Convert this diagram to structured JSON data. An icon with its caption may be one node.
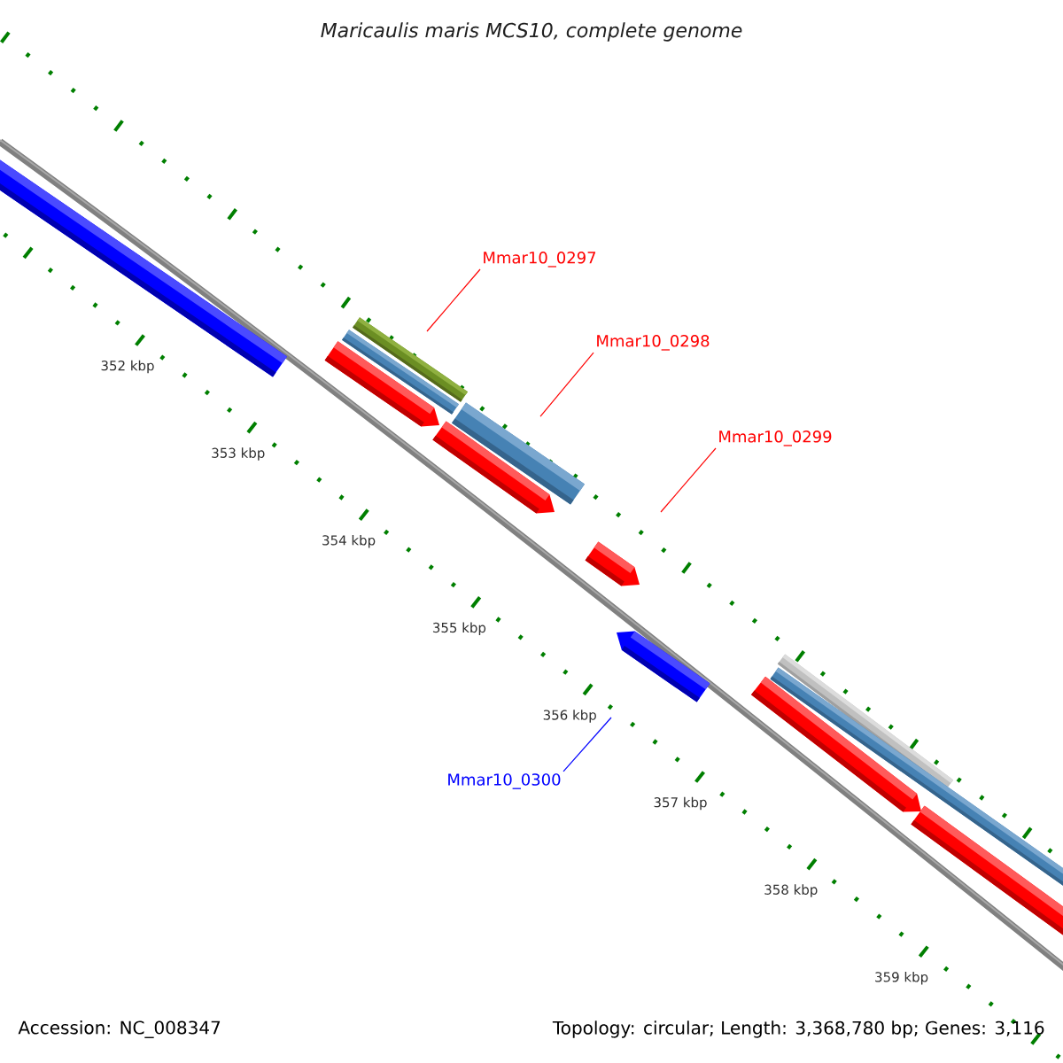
{
  "diagram": {
    "title": "Maricaulis maris MCS10, complete genome",
    "nodes": [
      {
        "text": [
          "Mmar10_0297"
        ]
      },
      {
        "text": [
          "Mmar10_0298"
        ]
      },
      {
        "text": [
          "Mmar10_0299"
        ]
      },
      {
        "text": [
          "Mmar10_0300"
        ]
      }
    ],
    "edges": [
      {
        "from": 0,
        "to": null,
        "arrow": "none"
      },
      {
        "from": 1,
        "to": null,
        "arrow": "none"
      },
      {
        "from": 2,
        "to": null,
        "arrow": "none"
      },
      {
        "from": 3,
        "to": null,
        "arrow": "none",
        "color": "#0000ff"
      }
    ],
    "labels": [
      "352 kbp",
      "353 kbp",
      "354 kbp",
      "355 kbp",
      "356 kbp",
      "357 kbp",
      "358 kbp",
      "359 kbp",
      "Accession: NC_008347",
      "Topology: circular; Length: 3,368,780 bp; Genes: 3,116"
    ]
  }
}
